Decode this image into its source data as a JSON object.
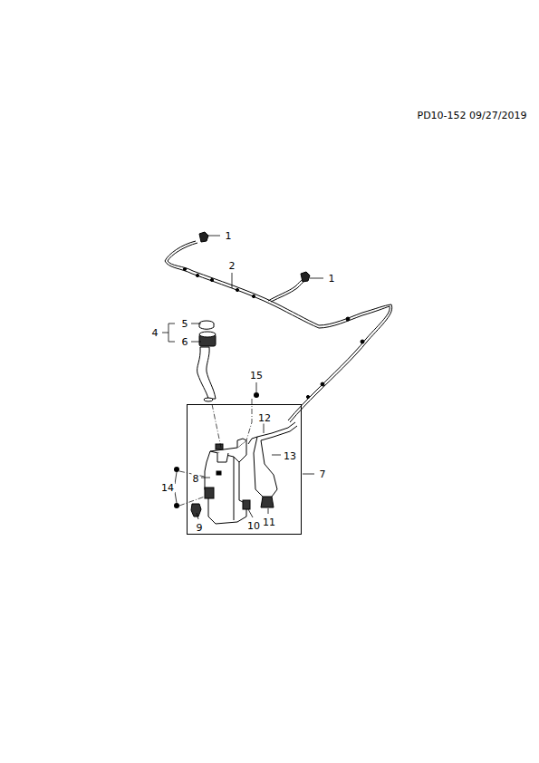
{
  "diagram": {
    "nodes": [
      {
        "text": [
          "12",
          "13",
          "8",
          "10",
          "11",
          "9"
        ]
      }
    ],
    "labels": [
      "PD10-152 09/27/2019",
      "1",
      "2",
      "1",
      "5",
      "4",
      "6",
      "15",
      "7",
      "14"
    ]
  }
}
